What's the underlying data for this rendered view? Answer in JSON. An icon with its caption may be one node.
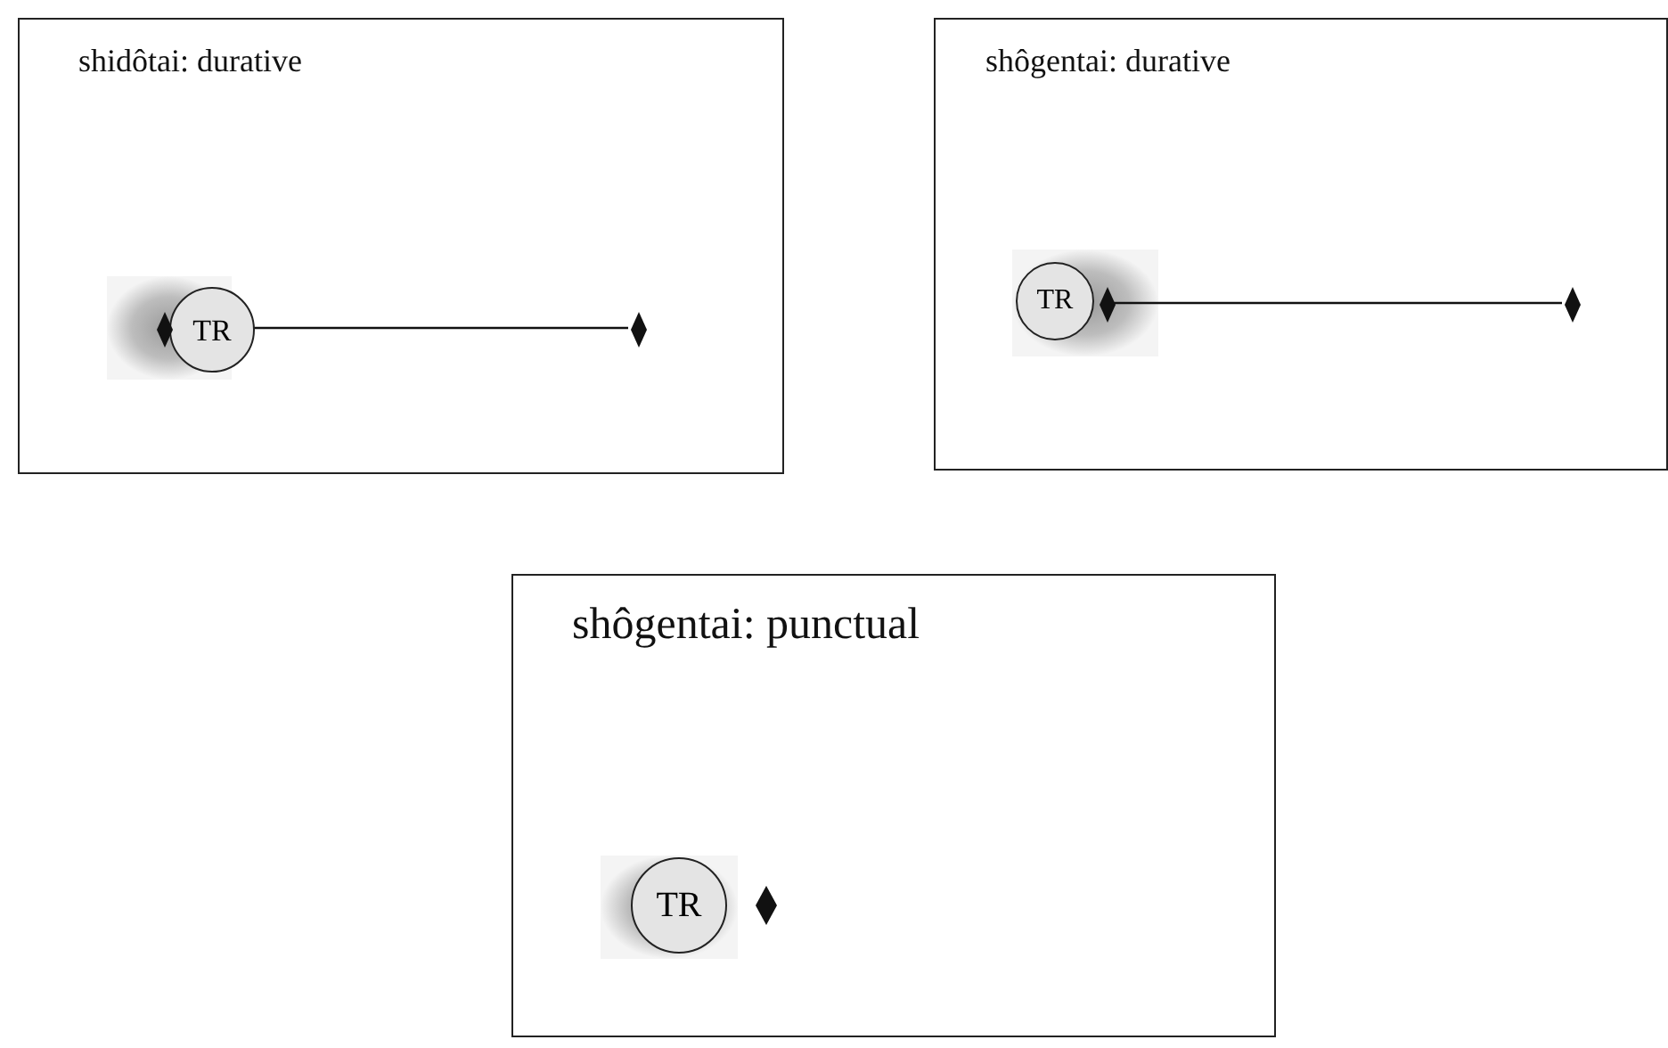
{
  "diagram": {
    "nodes": [
      {
        "text": [
          "shidôtai: durative"
        ]
      },
      {
        "text": [],
        "shape": "diamond",
        "in": 0
      },
      {
        "text": [
          "TR"
        ],
        "in": 0
      },
      {
        "text": [],
        "shape": "diamond",
        "in": 0
      },
      {
        "text": [
          "shôgentai: durative"
        ]
      },
      {
        "text": [
          "TR"
        ],
        "in": 4
      },
      {
        "text": [],
        "shape": "diamond",
        "in": 4
      },
      {
        "text": [],
        "shape": "diamond",
        "in": 4
      },
      {
        "text": [
          "shôgentai: punctual"
        ]
      },
      {
        "text": [
          "TR"
        ],
        "in": 8
      },
      {
        "text": [],
        "shape": "diamond",
        "in": 8
      }
    ],
    "edges": [
      {
        "from": 2,
        "to": 3,
        "arrow": "none"
      },
      {
        "from": 6,
        "to": 7,
        "arrow": "none"
      }
    ]
  }
}
